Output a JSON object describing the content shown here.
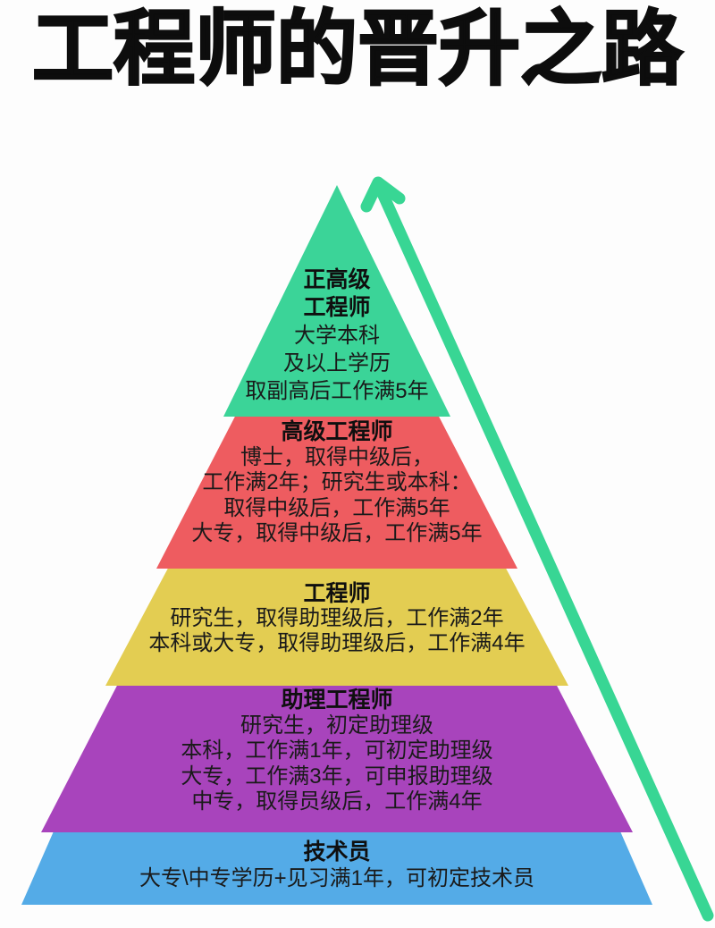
{
  "title": "工程师的晋升之路",
  "pyramid": {
    "arrow_color": "#38d694",
    "levels": [
      {
        "name": "正高级工程师",
        "title_lines": [
          "正高级",
          "工程师"
        ],
        "lines": [
          "大学本科",
          "及以上学历",
          "取副高后工作满5年"
        ],
        "color": "#3bd498"
      },
      {
        "name": "高级工程师",
        "title_lines": [
          "高级工程师"
        ],
        "lines": [
          "博士，取得中级后，",
          "工作满2年；研究生或本科：",
          "取得中级后，工作满5年",
          "大专，取得中级后，工作满5年"
        ],
        "color": "#ee5c60"
      },
      {
        "name": "工程师",
        "title_lines": [
          "工程师"
        ],
        "lines": [
          "研究生，取得助理级后，工作满2年",
          "本科或大专，取得助理级后，工作满4年"
        ],
        "color": "#e3cd52"
      },
      {
        "name": "助理工程师",
        "title_lines": [
          "助理工程师"
        ],
        "lines": [
          "研究生，初定助理级",
          "本科，工作满1年，可初定助理级",
          "大专，工作满3年，可申报助理级",
          "中专，取得员级后，工作满4年"
        ],
        "color": "#a844bc"
      },
      {
        "name": "技术员",
        "title_lines": [
          "技术员"
        ],
        "lines": [
          "大专\\中专学历+见习满1年，可初定技术员"
        ],
        "color": "#54abe7"
      }
    ]
  }
}
